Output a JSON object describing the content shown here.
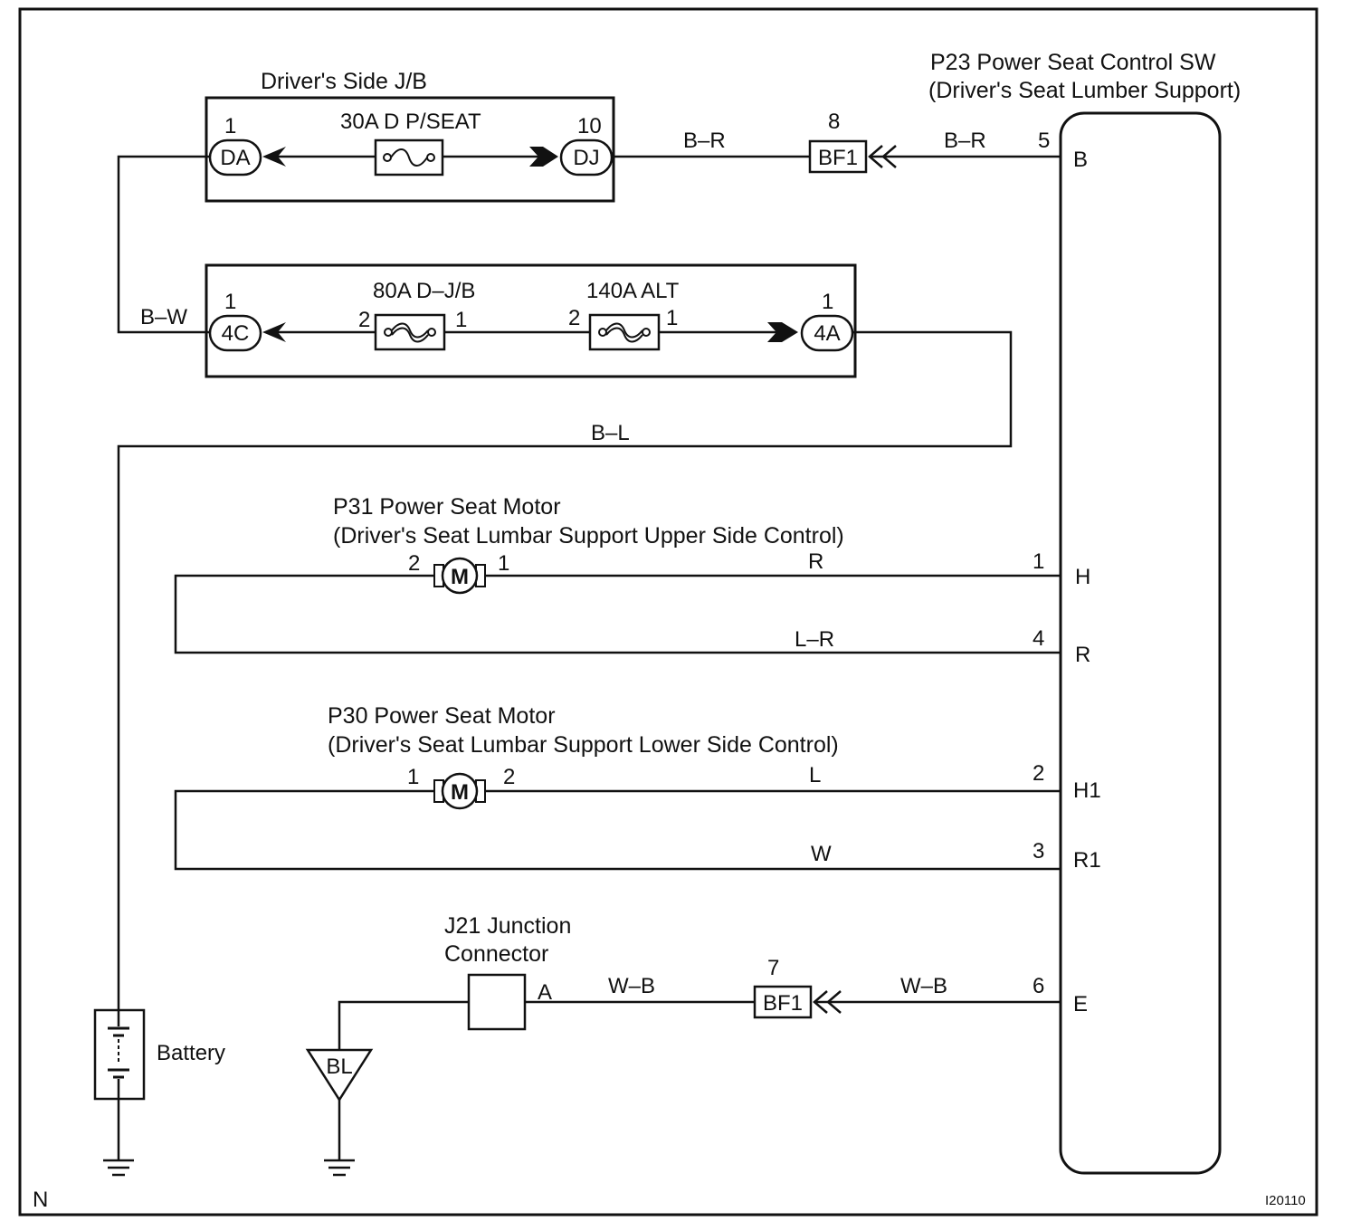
{
  "colors": {
    "ink": "#111111",
    "background": "#ffffff"
  },
  "junction_block": {
    "title": "Driver's Side J/B",
    "fuse_label": "30A D P/SEAT",
    "left_connector": "DA",
    "left_pin": "1",
    "right_connector": "DJ",
    "right_pin": "10"
  },
  "relay_block": {
    "fuse1_label": "80A D–J/B",
    "fuse1_pin_left": "2",
    "fuse1_pin_right": "1",
    "fuse2_label": "140A ALT",
    "fuse2_pin_left": "2",
    "fuse2_pin_right": "1",
    "left_connector": "4C",
    "left_pin": "1",
    "right_connector": "4A",
    "right_pin": "1"
  },
  "switch": {
    "title_line1": "P23 Power Seat Control SW",
    "title_line2": "(Driver's Seat Lumber Support)",
    "terminals": [
      {
        "name": "B",
        "pin": "5"
      },
      {
        "name": "H",
        "pin": "1"
      },
      {
        "name": "R",
        "pin": "4"
      },
      {
        "name": "H1",
        "pin": "2"
      },
      {
        "name": "R1",
        "pin": "3"
      },
      {
        "name": "E",
        "pin": "6"
      }
    ]
  },
  "motor_upper": {
    "title_line1": "P31 Power Seat Motor",
    "title_line2": "(Driver's Seat Lumbar Support Upper Side Control)",
    "symbol": "M",
    "pin_left": "2",
    "pin_right": "1"
  },
  "motor_lower": {
    "title_line1": "P30 Power Seat Motor",
    "title_line2": "(Driver's Seat Lumbar Support Lower Side Control)",
    "symbol": "M",
    "pin_left": "1",
    "pin_right": "2"
  },
  "junction_connector": {
    "title_line1": "J21 Junction",
    "title_line2": "Connector",
    "terminal": "A"
  },
  "connectors": {
    "bf1_top": {
      "label": "BF1",
      "pin": "8"
    },
    "bf1_bottom": {
      "label": "BF1",
      "pin": "7"
    }
  },
  "ground_point": "BL",
  "battery_label": "Battery",
  "wires": {
    "dj_to_bf1": "B–R",
    "bf1_to_switch_b": "B–R",
    "jb_to_4c": "B–W",
    "from_4a": "B–L",
    "upper_h": "R",
    "upper_r": "L–R",
    "lower_h1": "L",
    "lower_r1": "W",
    "j21_to_bf1": "W–B",
    "bf1_to_switch_e": "W–B"
  },
  "footer": {
    "left": "N",
    "right": "I20110"
  }
}
